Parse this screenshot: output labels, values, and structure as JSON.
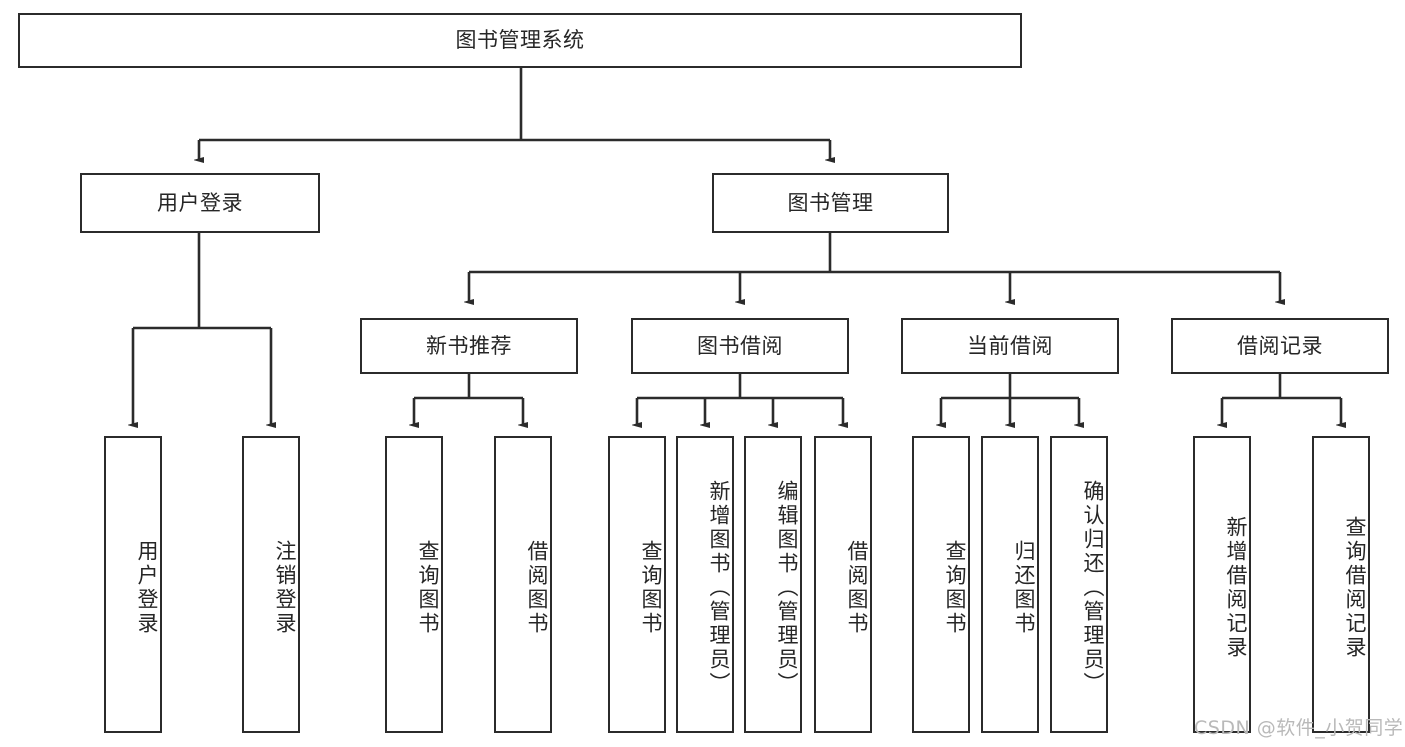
{
  "diagram": {
    "type": "tree",
    "title": "图书管理系统",
    "orientation": "top-down",
    "stroke_color": "#2b2b2b",
    "fill_color": "#ffffff",
    "text_color": "#262626"
  },
  "nodes": {
    "root": {
      "label": "图书管理系统",
      "level": 1
    },
    "l2": [
      {
        "id": "user-login",
        "label": "用户登录",
        "level": 2
      },
      {
        "id": "book-manage",
        "label": "图书管理",
        "level": 2
      }
    ],
    "l3": [
      {
        "id": "new-book-recommend",
        "label": "新书推荐",
        "level": 3
      },
      {
        "id": "book-borrow",
        "label": "图书借阅",
        "level": 3
      },
      {
        "id": "current-borrow",
        "label": "当前借阅",
        "level": 3
      },
      {
        "id": "borrow-record",
        "label": "借阅记录",
        "level": 3
      }
    ],
    "leaves": {
      "user_login": [
        {
          "id": "leaf-user-login",
          "label": "用户登录"
        },
        {
          "id": "leaf-user-logout",
          "label": "注销登录"
        }
      ],
      "new_book_recommend": [
        {
          "id": "leaf-query-book-1",
          "label": "查询图书"
        },
        {
          "id": "leaf-borrow-book-1",
          "label": "借阅图书"
        }
      ],
      "book_borrow": [
        {
          "id": "leaf-query-book-2",
          "label": "查询图书"
        },
        {
          "id": "leaf-add-book",
          "label": "新增图书（管理员）"
        },
        {
          "id": "leaf-edit-book",
          "label": "编辑图书（管理员）"
        },
        {
          "id": "leaf-borrow-book-2",
          "label": "借阅图书"
        }
      ],
      "current_borrow": [
        {
          "id": "leaf-query-book-3",
          "label": "查询图书"
        },
        {
          "id": "leaf-return-book",
          "label": "归还图书"
        },
        {
          "id": "leaf-confirm-return",
          "label": "确认归还（管理员）"
        }
      ],
      "borrow_record": [
        {
          "id": "leaf-add-record",
          "label": "新增借阅记录"
        },
        {
          "id": "leaf-query-record",
          "label": "查询借阅记录"
        }
      ]
    }
  },
  "watermark": {
    "text": "CSDN @软件_小贺同学"
  }
}
